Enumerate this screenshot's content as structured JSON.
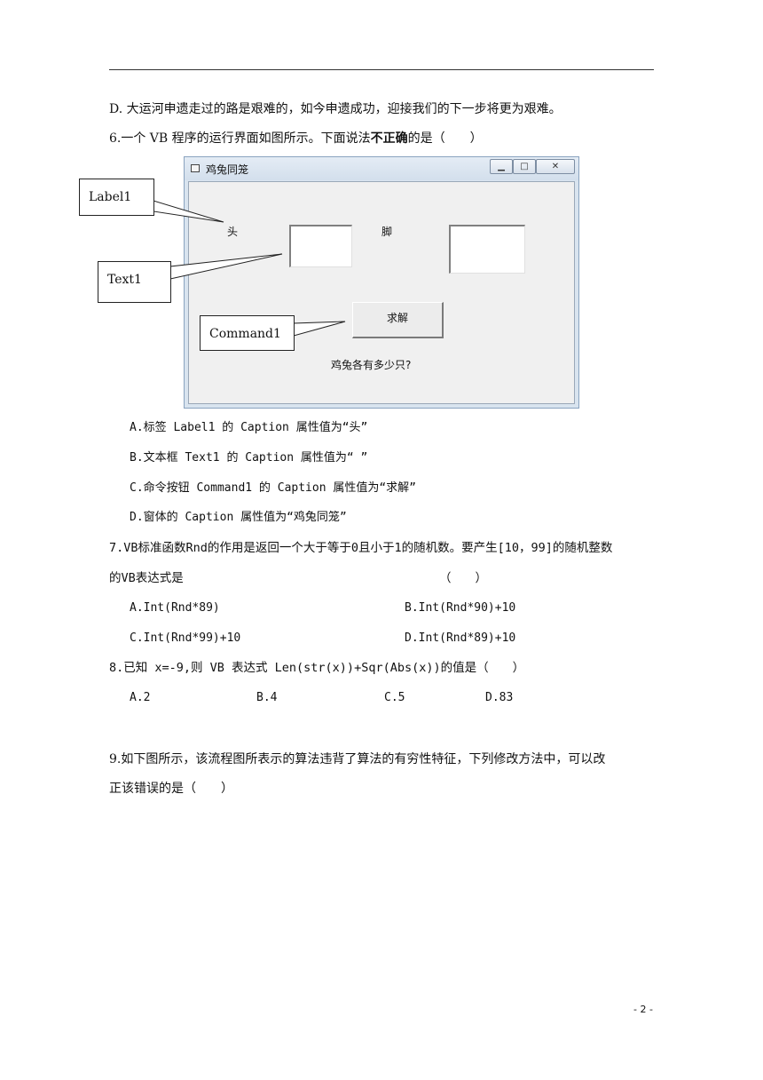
{
  "q5_option_d": "D. 大运河申遗走过的路是艰难的，如今申遗成功，迎接我们的下一步将更为艰难。",
  "q6": {
    "stem_prefix": "6.一个 VB 程序的运行界面如图所示。下面说法",
    "stem_emphasis": "不正确",
    "stem_suffix": "的是（　　）",
    "window": {
      "title": "鸡兔同笼",
      "label_head": "头",
      "label_feet": "脚",
      "command_caption": "求解",
      "prompt": "鸡兔各有多少只?"
    },
    "callouts": {
      "label": "Label1",
      "text": "Text1",
      "command": "Command1"
    },
    "options": [
      "A.标签 Label1 的 Caption 属性值为“头”",
      "B.文本框 Text1 的 Caption 属性值为“ ”",
      "C.命令按钮 Command1 的 Caption 属性值为“求解”",
      "D.窗体的 Caption 属性值为“鸡兔同笼”"
    ]
  },
  "q7": {
    "stem_line1": "7.VB标准函数Rnd的作用是返回一个大于等于0且小于1的随机数。要产生[10，99]的随机整数",
    "stem_line2": "的VB表达式是",
    "paren": "（　　）",
    "options": [
      "A.Int(Rnd*89)",
      "B.Int(Rnd*90)+10",
      "C.Int(Rnd*99)+10",
      "D.Int(Rnd*89)+10"
    ]
  },
  "q8": {
    "stem": "8.已知 x=-9,则 VB 表达式 Len(str(x))+Sqr(Abs(x))的值是（　　）",
    "options": [
      "A.2",
      "B.4",
      "C.5",
      "D.83"
    ]
  },
  "q9": {
    "stem_line1": "9.如下图所示，该流程图所表示的算法违背了算法的有穷性特征，下列修改方法中，可以改",
    "stem_line2": "正该错误的是（　　）"
  },
  "page_number": "- 2 -"
}
